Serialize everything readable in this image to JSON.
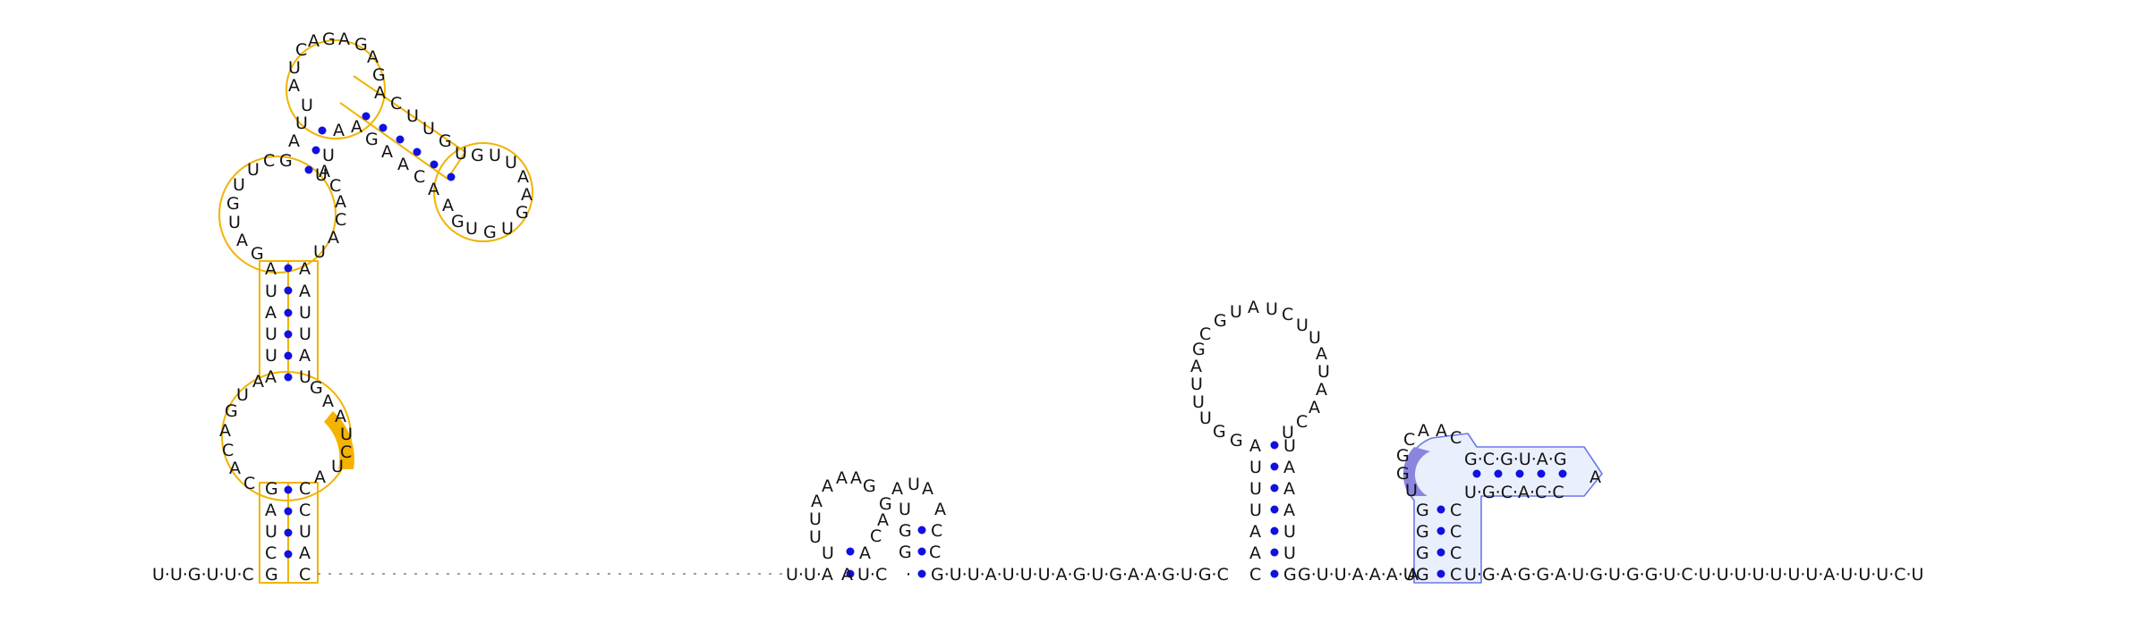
{
  "colors": {
    "domain_outline": "#f0b400",
    "domain_highlight": "#f5b300",
    "blue_outline": "#6a78e8",
    "blue_fill": "#dce4fb",
    "blue_highlight": "#8a86e0",
    "bond": "#1010e0",
    "text": "#111111"
  },
  "sequence": {
    "leading": "U·U·G·U·U·C",
    "trailing": "U·G·A·G·G·A·U·G·U·G·G·U·C·U·U·U·U·U·U·U·A·U·U·U·C·U",
    "mid_linker": "G·U·U·A·U·U·U·A·G·U·G·A·A·G·U·G·C",
    "mid_linker2": "G·U·U·A·A·A·U"
  }
}
